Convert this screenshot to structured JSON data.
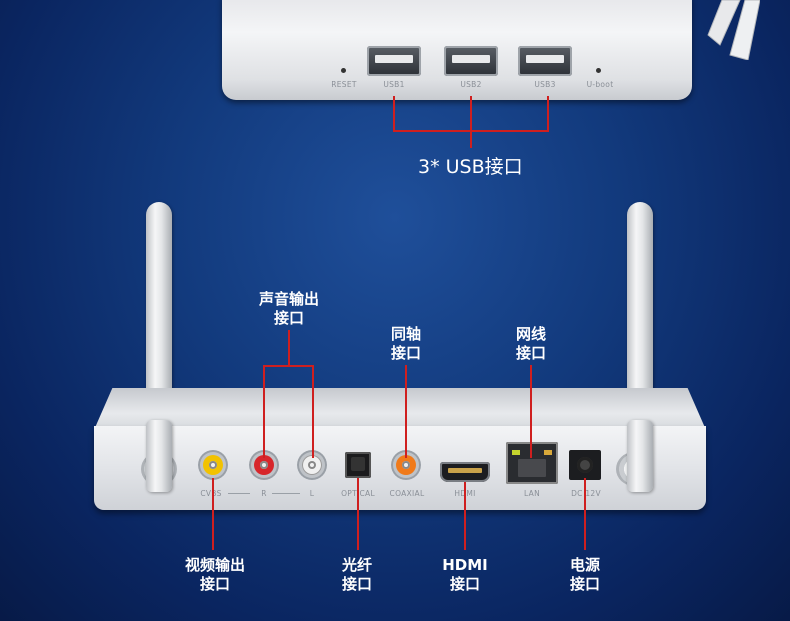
{
  "top_device": {
    "reset_label": "RESET",
    "usb_labels": [
      "USB1",
      "USB2",
      "USB3"
    ],
    "uboot_label": "U-boot"
  },
  "top_caption": "3* USB接口",
  "port_labels": {
    "cvbs": "CVBS",
    "r": "R",
    "l": "L",
    "optical": "OPTICAL",
    "coaxial": "COAXIAL",
    "hdmi": "HDMI",
    "lan": "LAN",
    "dc": "DC 12V"
  },
  "callouts": {
    "audio_out": "声音输出\n接口",
    "coaxial": "同轴\n接口",
    "network": "网线\n接口",
    "video_out": "视频输出\n接口",
    "optical": "光纤\n接口",
    "hdmi": "HDMI\n接口",
    "power": "电源\n接口"
  },
  "colors": {
    "background": "#123a7d",
    "callout_line": "#cf1f1f",
    "cvbs_jack": "#f2c200",
    "audio_r_jack": "#d7262b",
    "audio_l_jack": "#f0f0f0",
    "coaxial_jack": "#f07a1a"
  }
}
